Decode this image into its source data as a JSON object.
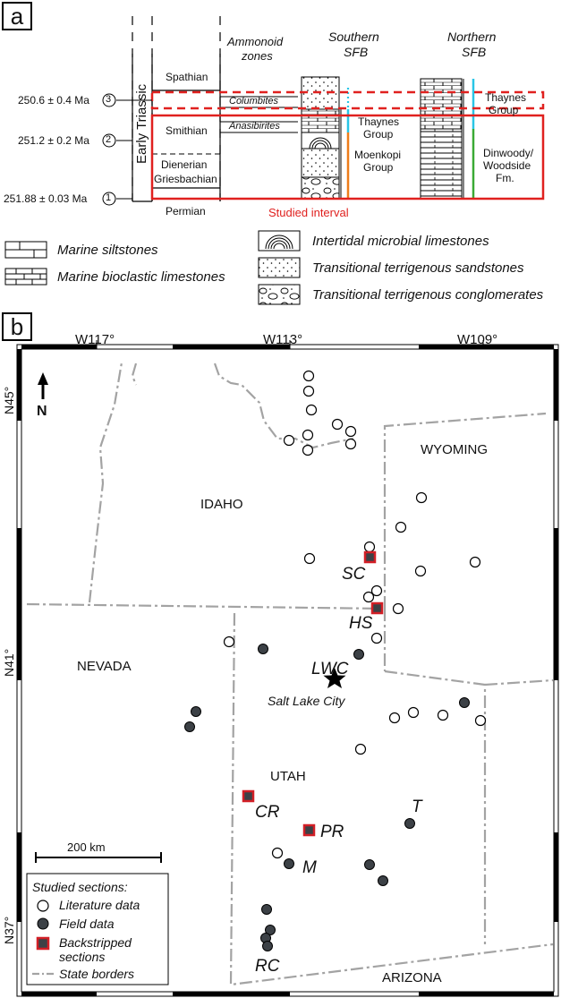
{
  "panel_a": {
    "label": "a",
    "ages": [
      "250.6 ± 0.4 Ma",
      "251.2 ± 0.2 Ma",
      "251.88 ± 0.03 Ma"
    ],
    "age_markers": [
      "3",
      "2",
      "1"
    ],
    "epoch": "Early Triassic",
    "stages": [
      "Spathian",
      "Smithian",
      "Dienerian",
      "Griesbachian",
      "Permian"
    ],
    "zones_header": [
      "Ammonoid",
      "zones"
    ],
    "zones": [
      "Columbites",
      "Anasibirites"
    ],
    "southern_header": [
      "Southern",
      "SFB"
    ],
    "northern_header": [
      "Northern",
      "SFB"
    ],
    "southern_units": [
      [
        "Thaynes",
        "Group"
      ],
      [
        "Moenkopi",
        "Group"
      ]
    ],
    "northern_units": [
      [
        "Thaynes",
        "Group"
      ],
      [
        "Dinwoody/",
        "Woodside",
        "Fm."
      ]
    ],
    "studied_interval": "Studied interval",
    "legend": {
      "siltstone": "Marine siltstones",
      "bioclastic": "Marine bioclastic limestones",
      "microbial": "Intertidal microbial limestones",
      "sandstone": "Transitional terrigenous sandstones",
      "conglomerate": "Transitional terrigenous conglomerates"
    },
    "colors": {
      "interval": "#e0211f",
      "thaynes": "#29c5e6",
      "moenkopi": "#ee7d1b",
      "dinwoody": "#3aaa35"
    }
  },
  "panel_b": {
    "label": "b",
    "lon_labels": [
      "W117°",
      "W113°",
      "W109°"
    ],
    "lat_labels": [
      "N45°",
      "N41°",
      "N37°"
    ],
    "north": "N",
    "states": [
      "WYOMING",
      "IDAHO",
      "NEVADA",
      "UTAH",
      "ARIZONA"
    ],
    "city": "Salt Lake City",
    "sections": [
      "SC",
      "HS",
      "LWC",
      "CR",
      "PR",
      "T",
      "M",
      "RC"
    ],
    "scale": "200 km",
    "legend": {
      "title": "Studied sections:",
      "literature": "Literature data",
      "field": "Field data",
      "backstripped": [
        "Backstripped",
        "sections"
      ],
      "borders": "State borders"
    },
    "colors": {
      "field": "#3c4146",
      "backstripped": "#d21f26",
      "border": "#a3a3a3"
    }
  }
}
